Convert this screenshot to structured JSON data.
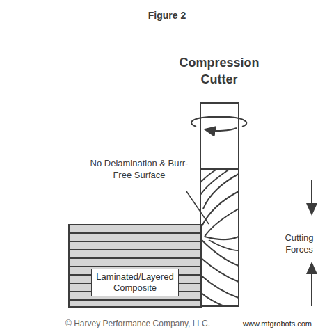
{
  "diagram": {
    "title": "Figure 2",
    "nodes": [
      {
        "text": [
          "Laminated/Layered Composite"
        ]
      }
    ],
    "labels": [
      "Compression Cutter",
      "No Delamination & Burr-Free Surface",
      "Cutting Forces",
      "© Harvey Performance Company, LLC.",
      "www.mfgrobots.com"
    ]
  }
}
